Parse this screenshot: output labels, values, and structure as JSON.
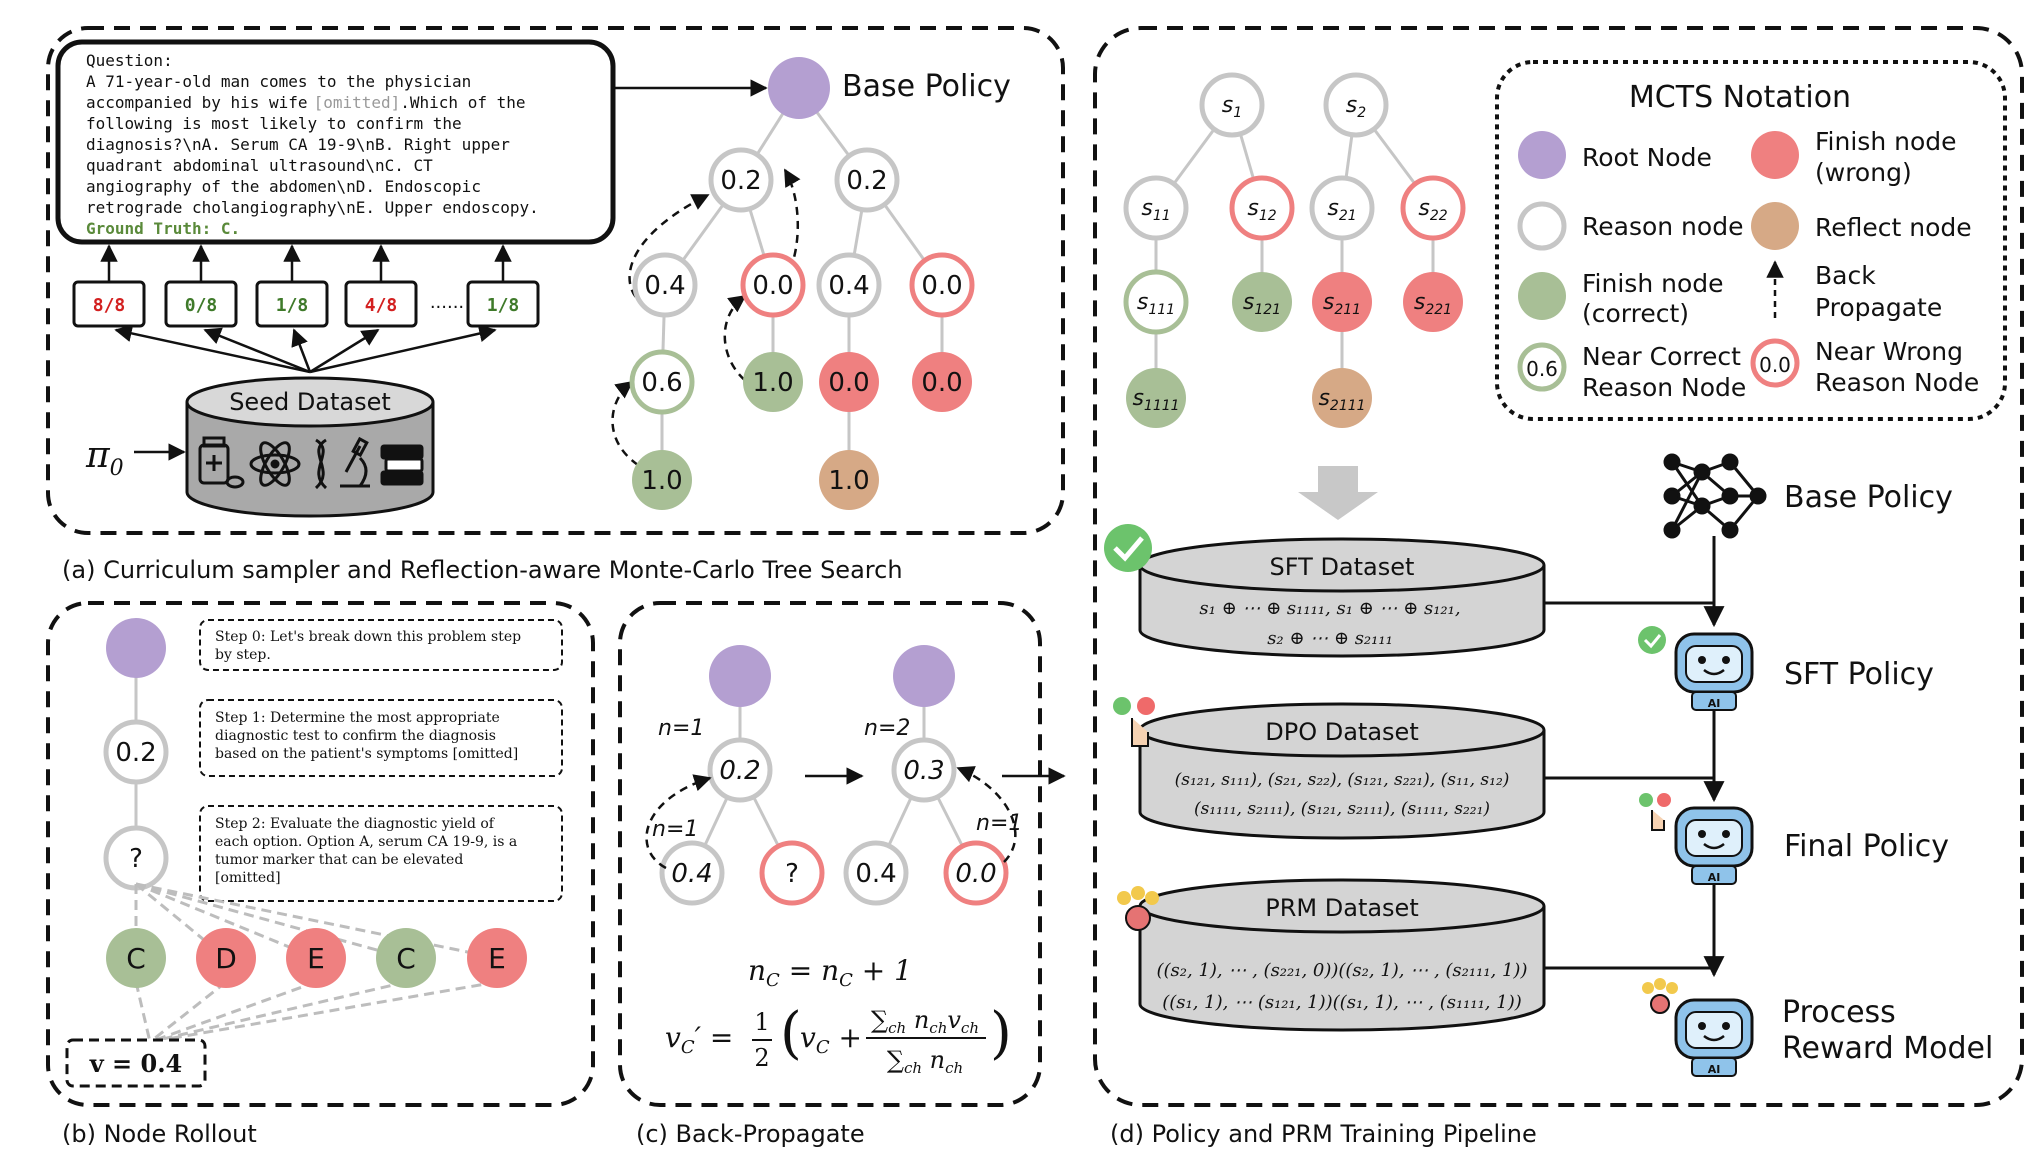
{
  "panel_a": {
    "caption": "(a) Curriculum sampler and Reflection-aware Monte-Carlo Tree Search",
    "question_label": "Question:",
    "question_lines": [
      "A  71-year-old  man  comes  to  the  physician",
      "accompanied by his wife",
      "[omitted]",
      ".Which of the",
      "following  is  most  likely  to  confirm  the",
      "diagnosis?\\nA.  Serum CA 19-9\\nB.  Right upper",
      "quadrant     abdominal     ultrasound\\nC.     CT",
      "angiography   of   the   abdomen\\nD.  Endoscopic",
      "retrograde cholangiography\\nE. Upper endoscopy."
    ],
    "ground_truth": "Ground Truth: C.",
    "scores": [
      "8/8",
      "0/8",
      "1/8",
      "4/8",
      "1/8"
    ],
    "score_ellipsis": "......",
    "seed_dataset": "Seed Dataset",
    "pi0": "π",
    "pi0_sub": "0",
    "base_policy": "Base Policy",
    "tree_nodes": [
      "0.2",
      "0.2",
      "0.4",
      "0.0",
      "0.4",
      "0.0",
      "0.6",
      "1.0",
      "0.0",
      "0.0",
      "1.0",
      "1.0"
    ]
  },
  "panel_b": {
    "caption": "(b) Node Rollout",
    "node_02": "0.2",
    "node_q": "?",
    "step0": [
      "Step 0: Let's break down this problem step",
      "by step."
    ],
    "step1": [
      "Step  1:  Determine  the  most  appropriate",
      "diagnostic  test  to  confirm  the  diagnosis",
      "based on the patient's symptoms [omitted]"
    ],
    "step2": [
      "Step  2:  Evaluate  the  diagnostic  yield  of",
      "each  option.  Option  A,  serum  CA  19-9,  is  a",
      "tumor    marker    that    can    be    elevated",
      "[omitted]"
    ],
    "rollouts": [
      "C",
      "D",
      "E",
      "C",
      "E"
    ],
    "value_label": "v = 0.4"
  },
  "panel_c": {
    "caption": "(c) Back-Propagate",
    "left_n": "n=1",
    "left_root": "0.2",
    "left_child_n": "n=1",
    "left_children": [
      "0.4",
      "?"
    ],
    "right_n": "n=2",
    "right_root": "0.3",
    "right_child_n": "n=1",
    "right_children": [
      "0.4",
      "0.0"
    ],
    "formula1": "n_C = n_C + 1",
    "formula2_lhs": "v_C′ =",
    "formula2_half": "1/2",
    "formula2_num": "∑ch nch vch",
    "formula2_den": "∑ch nch"
  },
  "panel_d": {
    "caption": "(d) Policy and PRM Training Pipeline",
    "notation_title": "MCTS Notation",
    "legend": {
      "root": "Root Node",
      "reason": "Reason node",
      "finish_correct": [
        "Finish node",
        "(correct)"
      ],
      "near_correct": [
        "Near Correct",
        "Reason Node"
      ],
      "near_correct_value": "0.6",
      "finish_wrong": [
        "Finish node",
        "(wrong)"
      ],
      "reflect": "Reflect node",
      "back_propagate": [
        "Back",
        "Propagate"
      ],
      "near_wrong": [
        "Near Wrong",
        "Reason Node"
      ],
      "near_wrong_value": "0.0"
    },
    "s_nodes": [
      "s1",
      "s2",
      "s11",
      "s12",
      "s21",
      "s22",
      "s111",
      "s121",
      "s211",
      "s221",
      "s1111",
      "s2111"
    ],
    "sft_dataset": "SFT Dataset",
    "sft_lines": [
      "s₁ ⊕ ⋯ ⊕ s₁₁₁₁, s₁ ⊕ ⋯ ⊕ s₁₂₁,",
      "s₂ ⊕ ⋯ ⊕ s₂₁₁₁"
    ],
    "dpo_dataset": "DPO Dataset",
    "dpo_lines": [
      "(s₁₂₁, s₁₁₁), (s₂₁, s₂₂), (s₁₂₁, s₂₂₁), (s₁₁, s₁₂)",
      "(s₁₁₁₁, s₂₁₁₁), (s₁₂₁, s₂₁₁₁), (s₁₁₁₁, s₂₂₁)"
    ],
    "prm_dataset": "PRM Dataset",
    "prm_lines": [
      "((s₂, 1), ⋯ , (s₂₂₁, 0))((s₂, 1), ⋯ , (s₂₁₁₁, 1))",
      "((s₁, 1), ⋯ (s₁₂₁, 1))((s₁, 1), ⋯ , (s₁₁₁₁, 1))"
    ],
    "base_policy": "Base Policy",
    "sft_policy": "SFT Policy",
    "final_policy": "Final Policy",
    "prm": [
      "Process",
      "Reward Model"
    ],
    "ai": "AI"
  },
  "colors": {
    "root": "#b49fd1",
    "correct": "#a8bf96",
    "wrong": "#ef8080",
    "reflect": "#d6a986",
    "gray_ring": "#c6c6c6",
    "red_ring": "#ef8080",
    "green_ring": "#a8bf96",
    "score_red": "#d32020",
    "score_green": "#3f7a2a",
    "db_fill": "#d4d4d4",
    "robot": "#8fc3ea"
  }
}
